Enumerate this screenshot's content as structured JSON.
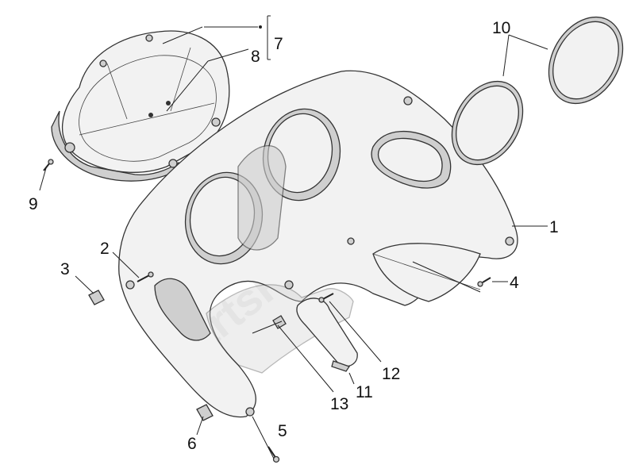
{
  "watermark": "PartsRepublik",
  "callouts": [
    {
      "id": "1",
      "label": "1"
    },
    {
      "id": "2",
      "label": "2"
    },
    {
      "id": "3",
      "label": "3"
    },
    {
      "id": "4",
      "label": "4"
    },
    {
      "id": "5",
      "label": "5"
    },
    {
      "id": "6",
      "label": "6"
    },
    {
      "id": "7",
      "label": "7"
    },
    {
      "id": "8",
      "label": "8"
    },
    {
      "id": "9",
      "label": "9"
    },
    {
      "id": "10",
      "label": "10"
    },
    {
      "id": "11",
      "label": "11"
    },
    {
      "id": "12",
      "label": "12"
    },
    {
      "id": "13",
      "label": "13"
    }
  ],
  "colors": {
    "line": "#333333",
    "fill": "#f2f2f2",
    "shade": "#cfcfcf"
  }
}
